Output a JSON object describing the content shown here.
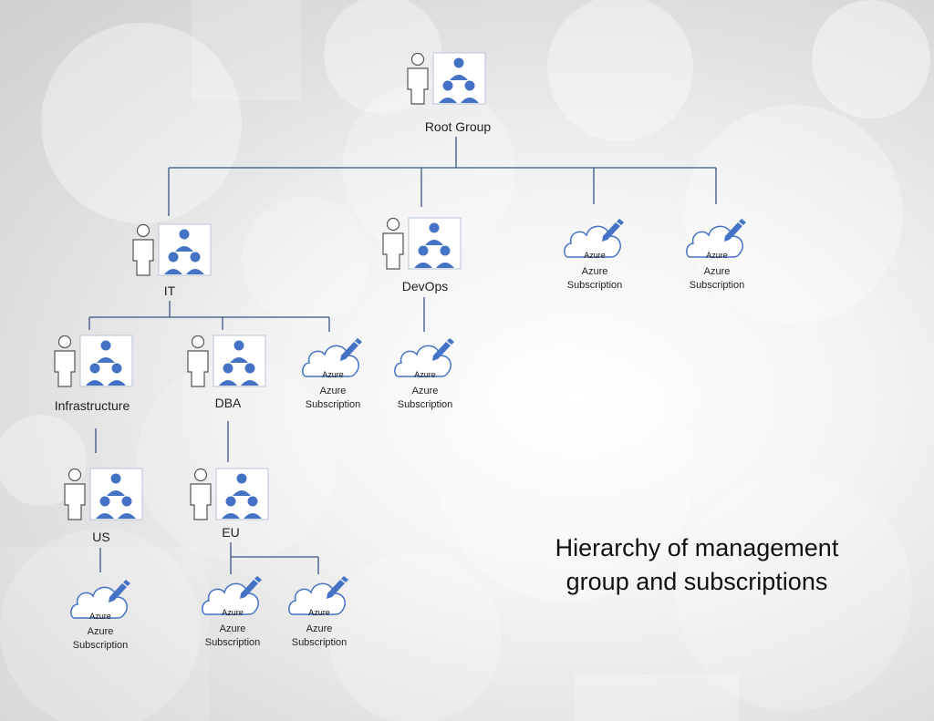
{
  "diagram": {
    "title_line1": "Hierarchy of management",
    "title_line2": "group and subscriptions",
    "colors": {
      "accent": "#4472c4",
      "line": "#3a5480",
      "text": "#222222"
    },
    "management_groups": {
      "root": "Root Group",
      "it": "IT",
      "devops": "DevOps",
      "infrastructure": "Infrastructure",
      "dba": "DBA",
      "us": "US",
      "eu": "EU"
    },
    "subscription": {
      "cloud_text": "Azure",
      "line1": "Azure",
      "line2": "Subscription"
    }
  }
}
